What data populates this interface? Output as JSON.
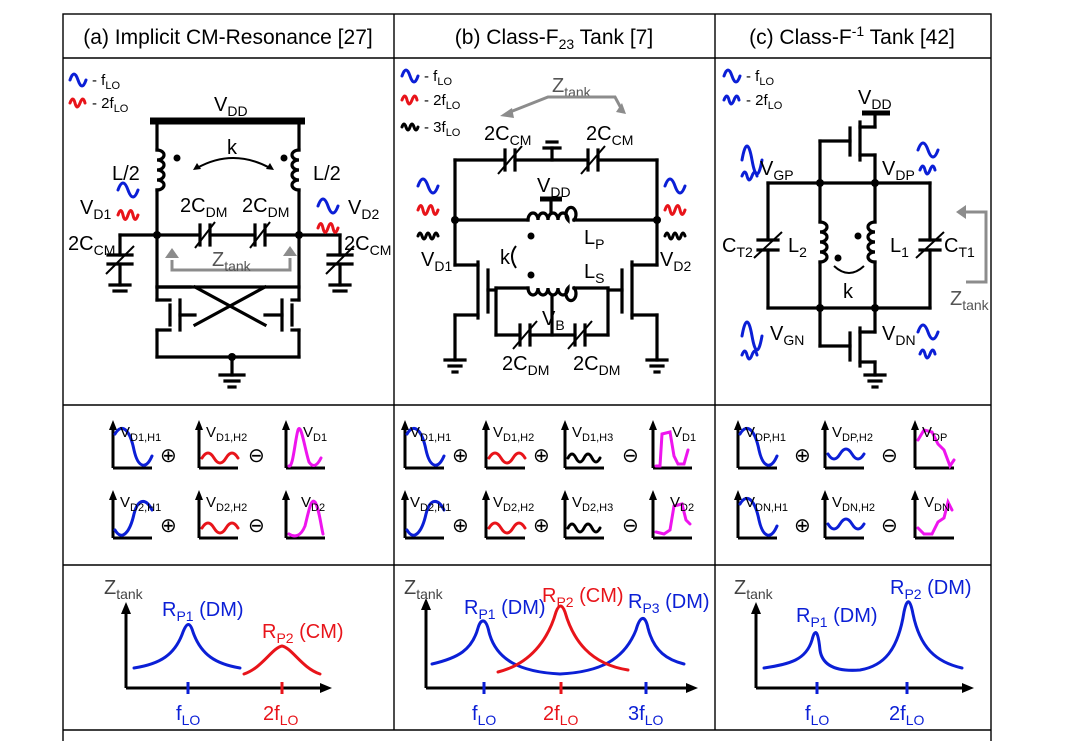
{
  "panels": [
    {
      "title": "(a) Implicit CM-Resonance [27]",
      "legend": [
        {
          "sym": "~",
          "text": "- f",
          "sub": "LO",
          "color": "#0b1fd6"
        },
        {
          "sym": "~",
          "text": "- 2f",
          "sub": "LO",
          "color": "#e8141a"
        }
      ],
      "labels": {
        "vdd": "V",
        "vdd_sub": "DD",
        "k": "k",
        "l_left": "L/2",
        "l_right": "L/2",
        "vd1": "V",
        "vd1_sub": "D1",
        "vd2": "V",
        "vd2_sub": "D2",
        "cdm_l": "2C",
        "cdm_l_sub": "DM",
        "cdm_r": "2C",
        "cdm_r_sub": "DM",
        "ccm_l": "2C",
        "ccm_l_sub": "CM",
        "ccm_r": "2C",
        "ccm_r_sub": "CM",
        "ztank": "Z",
        "ztank_sub": "tank"
      },
      "waves_top": [
        {
          "label": "V",
          "sub": "D1,H1"
        },
        {
          "op": "⊕"
        },
        {
          "label": "V",
          "sub": "D1,H2"
        },
        {
          "op": "⊖"
        },
        {
          "label": "V",
          "sub": "D1"
        }
      ],
      "waves_bottom": [
        {
          "label": "V",
          "sub": "D2,H1"
        },
        {
          "op": "⊕"
        },
        {
          "label": "V",
          "sub": "D2,H2"
        },
        {
          "op": "⊖"
        },
        {
          "label": "V",
          "sub": "D2"
        }
      ],
      "impedance": {
        "ylabel": "Z",
        "ylabel_sub": "tank",
        "peaks": [
          {
            "name": "R",
            "sub": "P1",
            "mode": " (DM)",
            "color": "#0b1fd6"
          },
          {
            "name": "R",
            "sub": "P2",
            "mode": " (CM)",
            "color": "#e8141a"
          }
        ],
        "ticks": [
          {
            "pre": "f",
            "sub": "LO",
            "color": "#0b1fd6"
          },
          {
            "pre": "2f",
            "sub": "LO",
            "color": "#e8141a"
          }
        ]
      }
    },
    {
      "title": "(b) Class-F",
      "title_sub": "23",
      "title_post": " Tank [7]",
      "legend": [
        {
          "sym": "~",
          "text": "- f",
          "sub": "LO",
          "color": "#0b1fd6"
        },
        {
          "sym": "~",
          "text": "- 2f",
          "sub": "LO",
          "color": "#e8141a"
        },
        {
          "sym": "~",
          "text": "- 3f",
          "sub": "LO",
          "color": "#000000"
        }
      ],
      "labels": {
        "ztank": "Z",
        "ztank_sub": "tank",
        "ccm_l": "2C",
        "ccm_l_sub": "CM",
        "ccm_r": "2C",
        "ccm_r_sub": "CM",
        "vdd": "V",
        "vdd_sub": "DD",
        "lp": "L",
        "lp_sub": "P",
        "ls": "L",
        "ls_sub": "S",
        "k": "k",
        "vd1": "V",
        "vd1_sub": "D1",
        "vd2": "V",
        "vd2_sub": "D2",
        "vb": "V",
        "vb_sub": "B",
        "cdm_l": "2C",
        "cdm_l_sub": "DM",
        "cdm_r": "2C",
        "cdm_r_sub": "DM"
      },
      "waves_top": [
        {
          "label": "V",
          "sub": "D1,H1"
        },
        {
          "op": "⊕"
        },
        {
          "label": "V",
          "sub": "D1,H2"
        },
        {
          "op": "⊕"
        },
        {
          "label": "V",
          "sub": "D1,H3"
        },
        {
          "op": "⊖"
        },
        {
          "label": "V",
          "sub": "D1"
        }
      ],
      "waves_bottom": [
        {
          "label": "V",
          "sub": "D2,H1"
        },
        {
          "op": "⊕"
        },
        {
          "label": "V",
          "sub": "D2,H2"
        },
        {
          "op": "⊕"
        },
        {
          "label": "V",
          "sub": "D2,H3"
        },
        {
          "op": "⊖"
        },
        {
          "label": "V",
          "sub": "D2"
        }
      ],
      "impedance": {
        "ylabel": "Z",
        "ylabel_sub": "tank",
        "peaks": [
          {
            "name": "R",
            "sub": "P1",
            "mode": " (DM)",
            "color": "#0b1fd6"
          },
          {
            "name": "R",
            "sub": "P2",
            "mode": " (CM)",
            "color": "#e8141a"
          },
          {
            "name": "R",
            "sub": "P3",
            "mode": " (DM)",
            "color": "#0b1fd6"
          }
        ],
        "ticks": [
          {
            "pre": "f",
            "sub": "LO",
            "color": "#0b1fd6"
          },
          {
            "pre": "2f",
            "sub": "LO",
            "color": "#e8141a"
          },
          {
            "pre": "3f",
            "sub": "LO",
            "color": "#0b1fd6"
          }
        ]
      }
    },
    {
      "title": "(c) Class-F",
      "title_sup": "-1",
      "title_post": " Tank [42]",
      "legend": [
        {
          "sym": "~",
          "text": "- f",
          "sub": "LO",
          "color": "#0b1fd6"
        },
        {
          "sym": "~",
          "text": "- 2f",
          "sub": "LO",
          "color": "#0b1fd6"
        }
      ],
      "labels": {
        "vdd": "V",
        "vdd_sub": "DD",
        "vgp": "V",
        "vgp_sub": "GP",
        "vdp": "V",
        "vdp_sub": "DP",
        "ct2": "C",
        "ct2_sub": "T2",
        "l2": "L",
        "l2_sub": "2",
        "l1": "L",
        "l1_sub": "1",
        "ct1": "C",
        "ct1_sub": "T1",
        "k": "k",
        "ztank": "Z",
        "ztank_sub": "tank",
        "vgn": "V",
        "vgn_sub": "GN",
        "vdn": "V",
        "vdn_sub": "DN"
      },
      "waves_top": [
        {
          "label": "V",
          "sub": "DP,H1"
        },
        {
          "op": "⊕"
        },
        {
          "label": "V",
          "sub": "DP,H2"
        },
        {
          "op": "⊖"
        },
        {
          "label": "V",
          "sub": "DP"
        }
      ],
      "waves_bottom": [
        {
          "label": "V",
          "sub": "DN,H1"
        },
        {
          "op": "⊕"
        },
        {
          "label": "V",
          "sub": "DN,H2"
        },
        {
          "op": "⊖"
        },
        {
          "label": "V",
          "sub": "DN"
        }
      ],
      "impedance": {
        "ylabel": "Z",
        "ylabel_sub": "tank",
        "peaks": [
          {
            "name": "R",
            "sub": "P1",
            "mode": " (DM)",
            "color": "#0b1fd6"
          },
          {
            "name": "R",
            "sub": "P2",
            "mode": " (DM)",
            "color": "#0b1fd6"
          }
        ],
        "ticks": [
          {
            "pre": "f",
            "sub": "LO",
            "color": "#0b1fd6"
          },
          {
            "pre": "2f",
            "sub": "LO",
            "color": "#0b1fd6"
          }
        ]
      }
    }
  ],
  "colors": {
    "fundamental": "#0b1fd6",
    "second": "#e8141a",
    "third": "#000000",
    "sum": "#ee14ee",
    "arrow": "#8c8c8c"
  }
}
